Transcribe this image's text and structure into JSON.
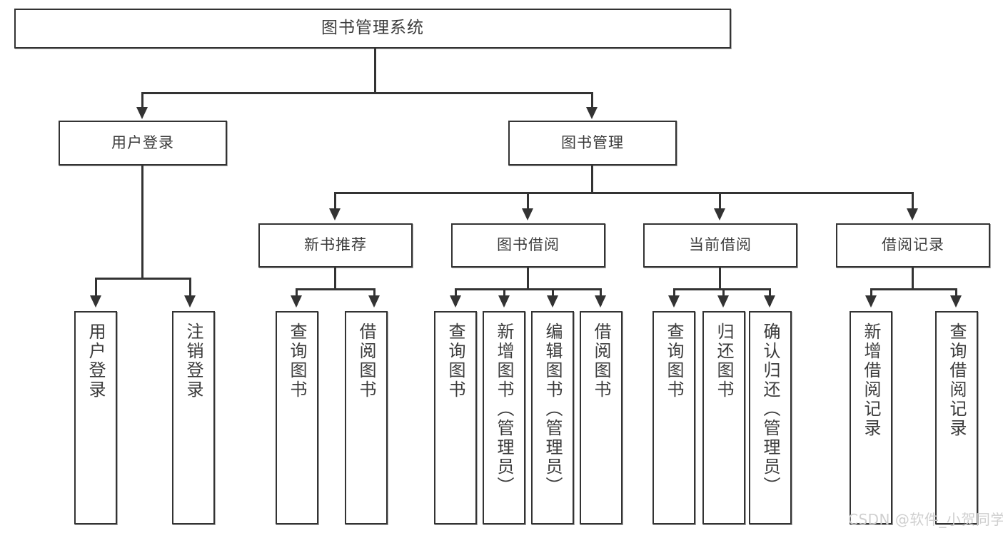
{
  "diagram": {
    "title": "图书管理系统",
    "type": "tree-hierarchy",
    "root": {
      "label": "图书管理系统"
    },
    "level2": [
      {
        "label": "用户登录"
      },
      {
        "label": "图书管理"
      }
    ],
    "level3": [
      {
        "label": "新书推荐"
      },
      {
        "label": "图书借阅"
      },
      {
        "label": "当前借阅"
      },
      {
        "label": "借阅记录"
      }
    ],
    "leaves": {
      "user_login": [
        {
          "label": "用户登录"
        },
        {
          "label": "注销登录"
        }
      ],
      "new_book_recommend": [
        {
          "label": "查询图书"
        },
        {
          "label": "借阅图书"
        }
      ],
      "book_borrow": [
        {
          "label": "查询图书"
        },
        {
          "label": "新增图书（管理员）"
        },
        {
          "label": "编辑图书（管理员）"
        },
        {
          "label": "借阅图书"
        }
      ],
      "current_borrow": [
        {
          "label": "查询图书"
        },
        {
          "label": "归还图书"
        },
        {
          "label": "确认归还（管理员）"
        }
      ],
      "borrow_record": [
        {
          "label": "新增借阅记录"
        },
        {
          "label": "查询借阅记录"
        }
      ]
    },
    "watermark": "CSDN @软件_小贺同学",
    "colors": {
      "stroke": "#333333",
      "text": "#3b3b3b",
      "background": "#ffffff",
      "watermark": "#cfcfcf"
    }
  }
}
